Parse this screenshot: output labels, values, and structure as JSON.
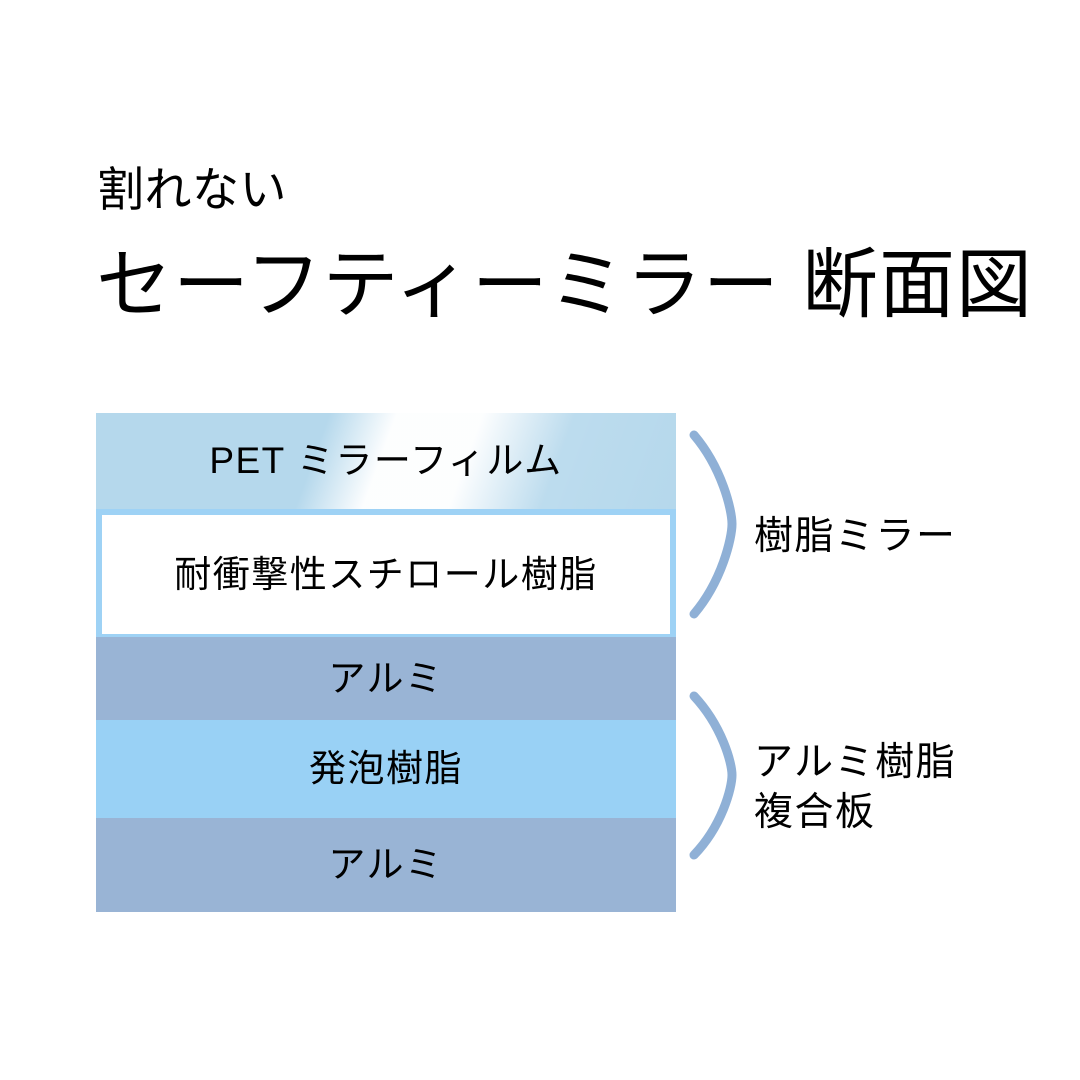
{
  "header": {
    "subtitle": "割れない",
    "title": "セーフティーミラー 断面図"
  },
  "diagram": {
    "type": "cross-section-layer-stack",
    "layers": [
      {
        "id": "pet-mirror-film",
        "label": "PET ミラーフィルム",
        "color": "#b5d8ec",
        "effect": "diagonal-gloss"
      },
      {
        "id": "impact-styrene",
        "label": "耐衝撃性スチロール樹脂",
        "color": "#ffffff",
        "frame": "#9ed2f5"
      },
      {
        "id": "aluminum-top",
        "label": "アルミ",
        "color": "#99b4d5"
      },
      {
        "id": "foam-resin",
        "label": "発泡樹脂",
        "color": "#99d1f5"
      },
      {
        "id": "aluminum-bottom",
        "label": "アルミ",
        "color": "#99b4d5"
      }
    ],
    "groups": [
      {
        "id": "resin-mirror",
        "label": "樹脂ミラー",
        "label_line1": "樹脂ミラー",
        "label_line2": "",
        "covers": [
          "pet-mirror-film",
          "impact-styrene"
        ]
      },
      {
        "id": "alu-composite",
        "label": "アルミ樹脂複合板",
        "label_line1": "アルミ樹脂",
        "label_line2": "複合板",
        "covers": [
          "aluminum-top",
          "foam-resin",
          "aluminum-bottom"
        ]
      }
    ],
    "bracket_color": "#8fb0d6",
    "background": "#ffffff"
  }
}
